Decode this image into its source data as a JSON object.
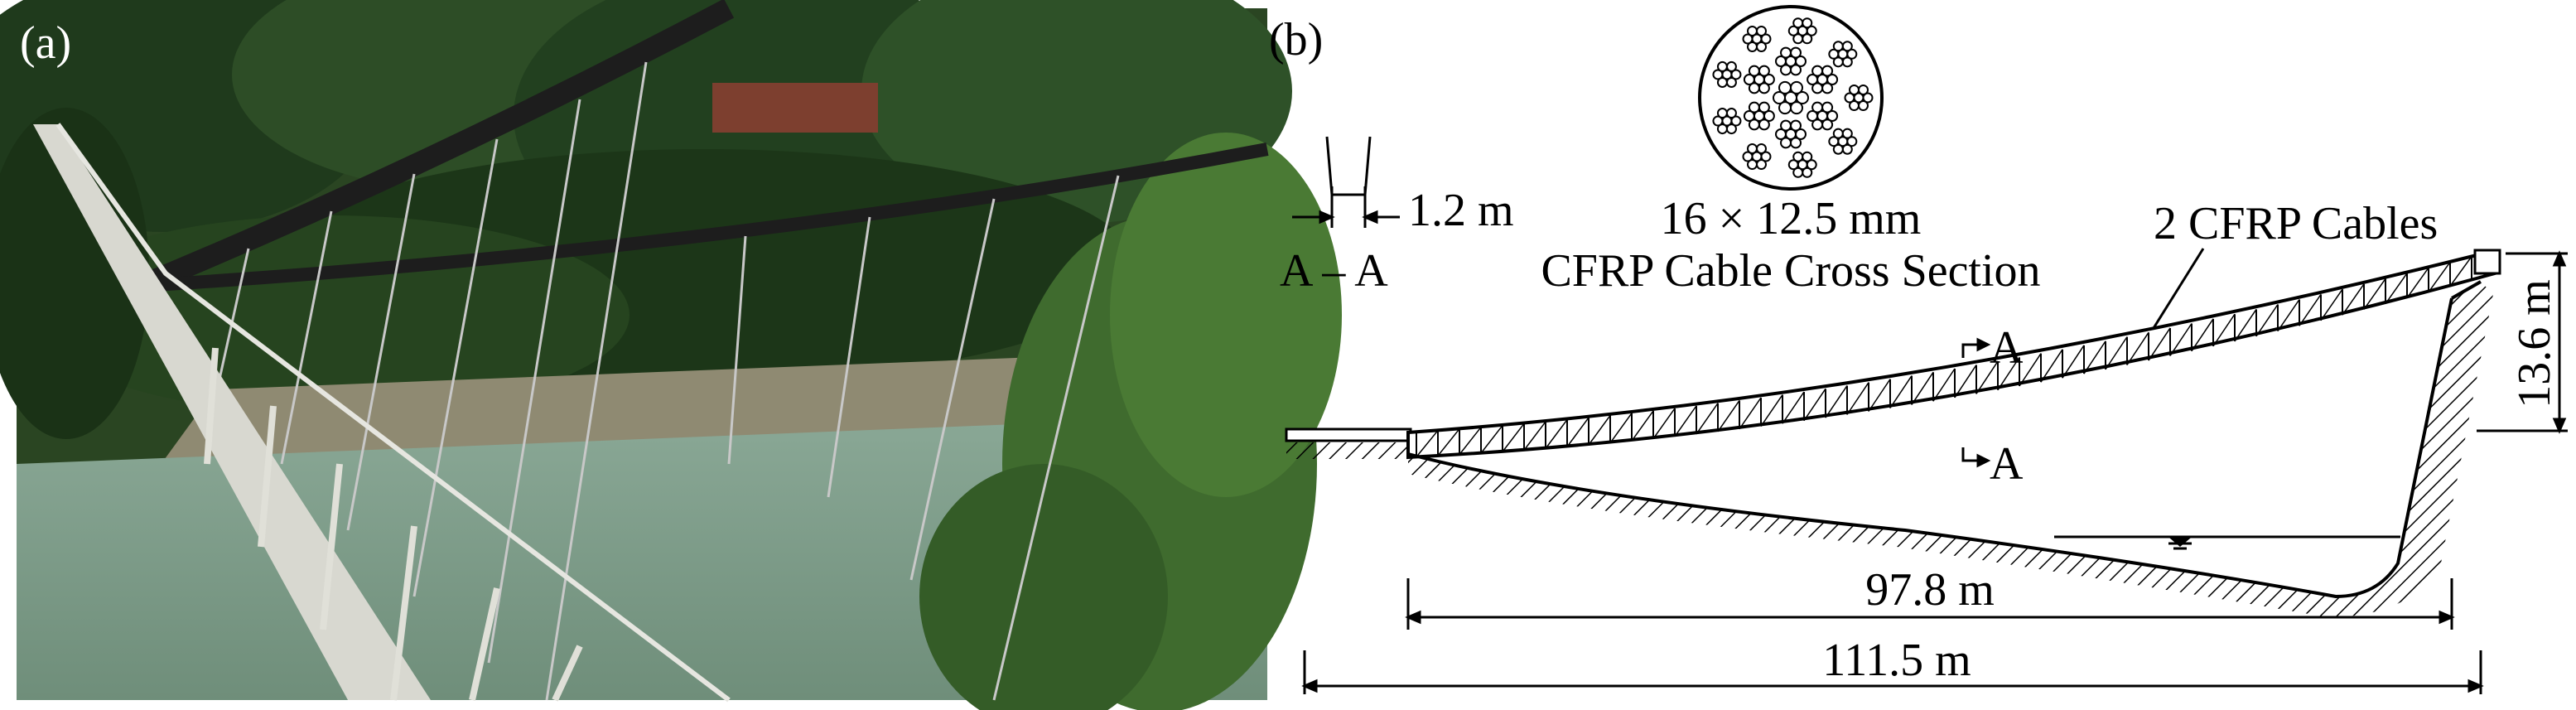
{
  "figure": {
    "panel_a": {
      "label": "(a)"
    },
    "panel_b": {
      "label": "(b)",
      "section_label": "A – A",
      "width_dim": "1.2 m",
      "cable_size": "16 × 12.5 mm",
      "cross_section_caption": "CFRP Cable Cross Section",
      "cables_label": "2 CFRP Cables",
      "section_mark_top": "A",
      "section_mark_bottom": "A",
      "height_dim": "13.6 m",
      "span_inner": "97.8 m",
      "span_total": "111.5 m"
    }
  },
  "colors": {
    "water": "#7a9a86",
    "foliage": "#24401f",
    "line": "#000000"
  }
}
